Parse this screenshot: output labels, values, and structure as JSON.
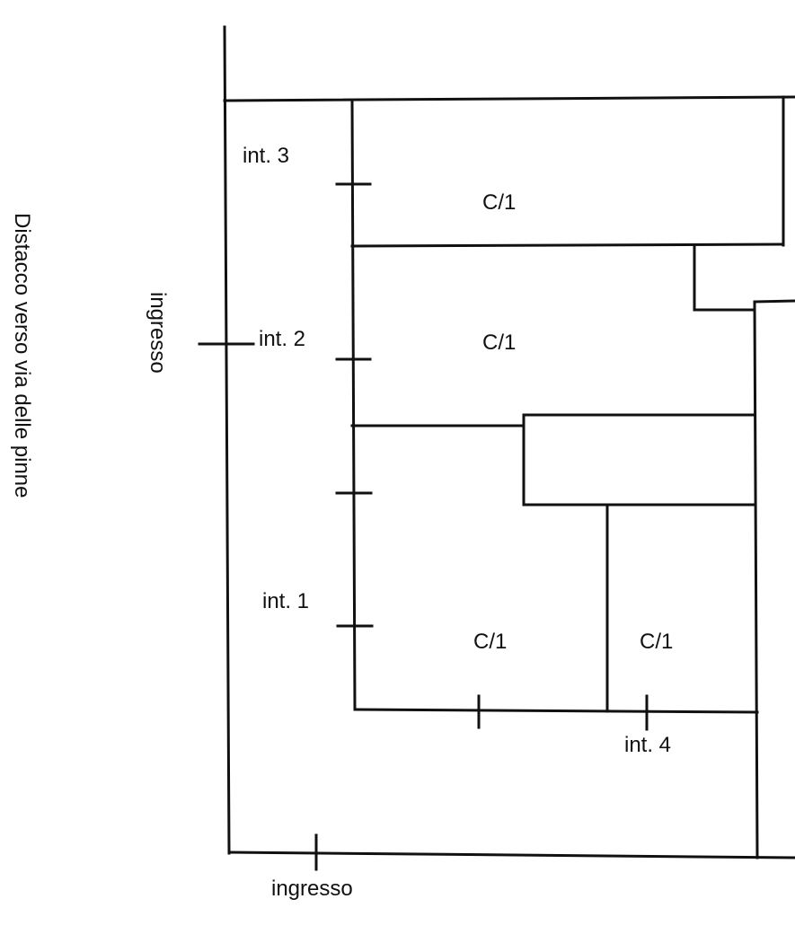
{
  "side_label": "Distacco verso via delle pinne",
  "entrance_left": "ingresso",
  "entrance_bottom": "ingresso",
  "units": [
    {
      "label": "int. 3",
      "category": "C/1"
    },
    {
      "label": "int. 2",
      "category": "C/1"
    },
    {
      "label": "int. 1",
      "category": "C/1"
    },
    {
      "label": "int. 4",
      "category": "C/1"
    }
  ]
}
